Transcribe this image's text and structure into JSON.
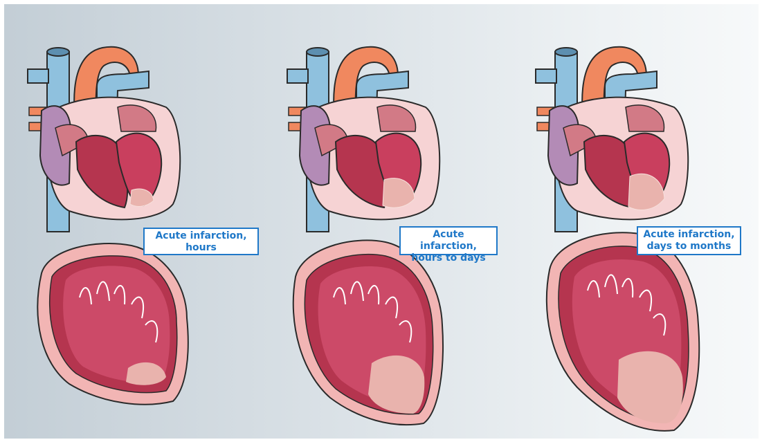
{
  "stages": [
    {
      "label_line1": "Acute infarction,",
      "label_line2": "hours",
      "infarct_extent": "small"
    },
    {
      "label_line1": "Acute infarction,",
      "label_line2": "hours to days",
      "infarct_extent": "medium"
    },
    {
      "label_line1": "Acute infarction,",
      "label_line2": "days to months",
      "infarct_extent": "large"
    }
  ],
  "colors": {
    "background_gradient": [
      "#c3ced6",
      "#f7f9fa"
    ],
    "label_border": "#1f78c8",
    "label_text": "#1f78c8",
    "vein": "#8fc1de",
    "aorta": "#f0885f",
    "atrium": "#b38bb6",
    "pericardium": "#f6d3d4",
    "myocardium": "#b5354f",
    "chamber": "#cc4a68",
    "infarct": "#e9b3ad"
  }
}
